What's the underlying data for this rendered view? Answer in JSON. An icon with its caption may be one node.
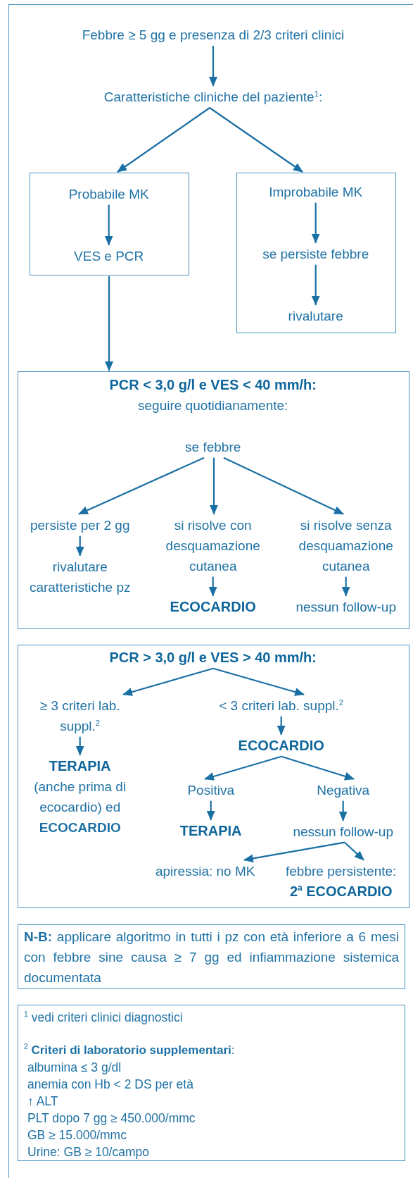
{
  "diagram": {
    "nodes": [
      {
        "text": [
          "Febbre ≥ 5 gg e presenza di 2/3 criteri clinici"
        ]
      },
      {
        "text": [
          "Caratteristiche cliniche del paziente$^{1}$:"
        ]
      },
      {
        "text": [],
        "shape": "box"
      },
      {
        "text": [
          "Probabile MK"
        ],
        "in": 2
      },
      {
        "text": [
          "VES e PCR"
        ],
        "in": 2
      },
      {
        "text": [],
        "shape": "box"
      },
      {
        "text": [
          "Improbabile MK"
        ],
        "in": 5
      },
      {
        "text": [
          "se persiste febbre"
        ],
        "in": 5
      },
      {
        "text": [
          "rivalutare"
        ],
        "in": 5
      },
      {
        "text": [],
        "shape": "box"
      },
      {
        "text": [
          "PCR < 3,0 g/l e VES < 40 mm/h:"
        ],
        "in": 9
      },
      {
        "text": [
          "seguire quotidianamente:"
        ],
        "in": 9
      },
      {
        "text": [
          "se febbre"
        ],
        "in": 9
      },
      {
        "text": [
          "persiste per 2 gg"
        ],
        "in": 9
      },
      {
        "text": [
          "rivalutare caratteristiche pz"
        ],
        "in": 9
      },
      {
        "text": [
          "si risolve con desquamazione cutanea"
        ],
        "in": 9
      },
      {
        "text": [
          "ECOCARDIO"
        ],
        "in": 9
      },
      {
        "text": [
          "si risolve senza desquamazione cutanea"
        ],
        "in": 9
      },
      {
        "text": [
          "nessun follow-up"
        ],
        "in": 9
      },
      {
        "text": [],
        "shape": "box"
      },
      {
        "text": [
          "PCR > 3,0 g/l e VES > 40 mm/h:"
        ],
        "in": 19
      },
      {
        "text": [
          "≥ 3 criteri lab. suppl.$^{2}$"
        ],
        "in": 19
      },
      {
        "text": [
          "TERAPIA",
          "(anche prima di ecocardio) ed **ECOCARDIO**"
        ],
        "in": 19
      },
      {
        "text": [
          "< 3 criteri lab. suppl.$^{2}$"
        ],
        "in": 19
      },
      {
        "text": [
          "ECOCARDIO"
        ],
        "in": 19
      },
      {
        "text": [
          "Positiva"
        ],
        "in": 19
      },
      {
        "text": [
          "TERAPIA"
        ],
        "in": 19
      },
      {
        "text": [
          "Negativa"
        ],
        "in": 19
      },
      {
        "text": [
          "nessun follow-up"
        ],
        "in": 19
      },
      {
        "text": [
          "apiressia: no MK"
        ],
        "in": 19
      },
      {
        "text": [
          "febbre persistente:",
          "2$^{a}$ ECOCARDIO"
        ],
        "in": 19
      },
      {
        "text": [
          "**N-B:** applicare algoritmo in tutti i pz con età inferiore a 6 mesi con febbre sine causa ≥ 7 gg ed infiammazione sistemica documentata"
        ]
      },
      {
        "text": [
          "$^{1}$ vedi criteri clinici diagnostici",
          "$^{2}$ **Criteri di laboratorio supplementari**:",
          "albumina ≤ 3 g/dl",
          "anemia con Hb < 2 DS per età",
          "↑ ALT",
          "PLT dopo 7 gg ≥ 450.000/mmc",
          "GB ≥ 15.000/mmc",
          "Urine: GB ≥ 10/campo"
        ]
      }
    ],
    "edges": [
      {
        "from": 0,
        "to": 1,
        "arrow": "to"
      },
      {
        "from": 1,
        "to": 2,
        "arrow": "to"
      },
      {
        "from": 1,
        "to": 5,
        "arrow": "to"
      },
      {
        "from": 3,
        "to": 4,
        "arrow": "to"
      },
      {
        "from": 6,
        "to": 7,
        "arrow": "to"
      },
      {
        "from": 7,
        "to": 8,
        "arrow": "to"
      },
      {
        "from": 2,
        "to": 9,
        "arrow": "to"
      },
      {
        "from": 12,
        "to": 13,
        "arrow": "to"
      },
      {
        "from": 12,
        "to": 15,
        "arrow": "to"
      },
      {
        "from": 12,
        "to": 17,
        "arrow": "to"
      },
      {
        "from": 13,
        "to": 14,
        "arrow": "to"
      },
      {
        "from": 15,
        "to": 16,
        "arrow": "to"
      },
      {
        "from": 17,
        "to": 18,
        "arrow": "to"
      },
      {
        "from": 20,
        "to": 21,
        "arrow": "to"
      },
      {
        "from": 20,
        "to": 23,
        "arrow": "to"
      },
      {
        "from": 21,
        "to": 22,
        "arrow": "to"
      },
      {
        "from": 23,
        "to": 24,
        "arrow": "to"
      },
      {
        "from": 24,
        "to": 25,
        "arrow": "to"
      },
      {
        "from": 24,
        "to": 27,
        "arrow": "to"
      },
      {
        "from": 25,
        "to": 26,
        "arrow": "to"
      },
      {
        "from": 27,
        "to": 28,
        "arrow": "to"
      },
      {
        "from": 28,
        "to": 29,
        "arrow": "to"
      },
      {
        "from": 28,
        "to": 30,
        "arrow": "to"
      }
    ]
  }
}
